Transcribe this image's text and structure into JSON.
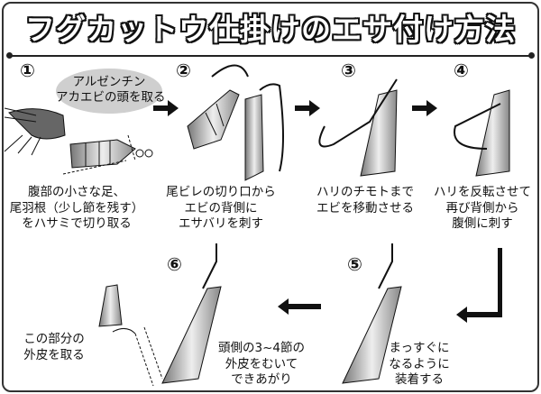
{
  "title": "フグカットウ仕掛けのエサ付け方法",
  "steps": [
    {
      "number": "①",
      "bubble": [
        "アルゼンチン",
        "アカエビの頭を取る"
      ],
      "text": [
        "腹部の小さな足、",
        "尾羽根（少し節を残す）",
        "をハサミで切り取る"
      ]
    },
    {
      "number": "②",
      "text": [
        "尾ビレの切り口から",
        "エビの背側に",
        "エサバリを刺す"
      ]
    },
    {
      "number": "③",
      "text": [
        "ハリのチモトまで",
        "エビを移動させる"
      ]
    },
    {
      "number": "④",
      "text": [
        "ハリを反転させて",
        "再び背側から",
        "腹側に刺す"
      ]
    },
    {
      "number": "⑤",
      "text": [
        "まっすぐに",
        "なるように",
        "装着する"
      ]
    },
    {
      "number": "⑥",
      "text": [
        "頭側の3~4節の",
        "外皮をむいて",
        "できあがり"
      ],
      "side_text": [
        "この部分の",
        "外皮を取る"
      ]
    }
  ]
}
